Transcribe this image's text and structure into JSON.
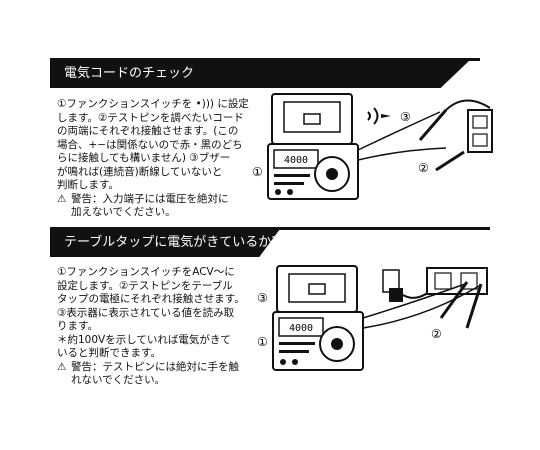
{
  "section1": {
    "title": "電気コードのチェック",
    "lines": [
      "①ファンクションスイッチを •))) に設定",
      "します。②テストピンを調べたいコード",
      "の両端にそれぞれ接触させます。(この",
      "場合、+−は関係ないので赤・黒のどち",
      "らに接触しても構いません) ③ブザー",
      "が鳴れば(連続音)断線していないと",
      "判断します。"
    ],
    "warning_lines": [
      "警告：入力端子には電圧を絶対に",
      "加えないでください。"
    ],
    "figure": {
      "display": "4000",
      "callouts": [
        "①",
        "②",
        "③"
      ]
    }
  },
  "section2": {
    "title": "テーブルタップに電気がきているか?",
    "lines": [
      "①ファンクションスイッチをACV〜に",
      "設定します。②テストピンをテーブル",
      "タップの電極にそれぞれ接触させます。",
      "③表示器に表示されている値を読み取",
      "ります。",
      "＊約100Vを示していれば電気がきて",
      "いると判断できます。"
    ],
    "warning_lines": [
      "警告：テストピンには絶対に手を触",
      "れないでください。"
    ],
    "figure": {
      "display": "4000",
      "callouts": [
        "①",
        "②",
        "③"
      ]
    }
  }
}
